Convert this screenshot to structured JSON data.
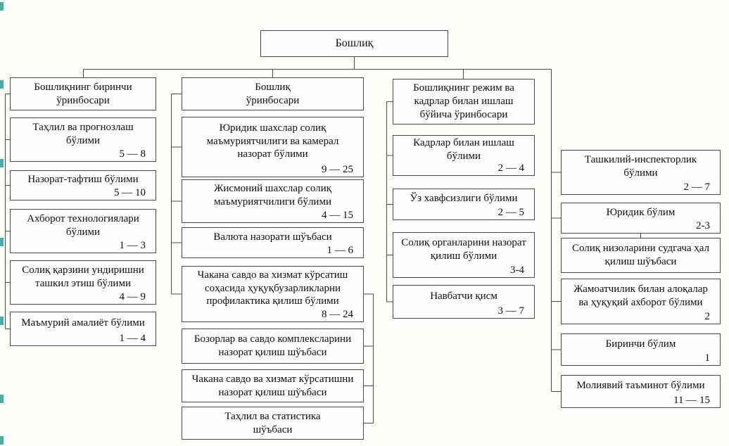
{
  "root_label": "Бошлиқ",
  "colors": {
    "box_border": "#4a4a4a",
    "connector_line": "#4a4a4a",
    "background": "#fdfdfa",
    "edge_mark": "#2f9e8f"
  },
  "columns": [
    {
      "header": "Бошлиқнинг биринчи\nўринбосари",
      "items": [
        {
          "title": "Таҳлил ва прогнозлаш\nбўлими",
          "staff": "5 — 8"
        },
        {
          "title": "Назорат-тафтиш бўлими",
          "staff": "5 — 10"
        },
        {
          "title": "Ахборот технологиялари\nбўлими",
          "staff": "1 — 3"
        },
        {
          "title": "Солиқ қарзини ундиришни\nташкил этиш бўлими",
          "staff": "4 — 9"
        },
        {
          "title": "Маъмурий амалиёт бўлими",
          "staff": "1 — 4"
        }
      ]
    },
    {
      "header": "Бошлиқ\nўринбосари",
      "items": [
        {
          "title": "Юридик шахслар солиқ\nмаъмуриятчилиги ва камерал\nназорат бўлими",
          "staff": "9 — 25"
        },
        {
          "title": "Жисмоний шахслар солиқ\nмаъмуриятчилиги бўлими",
          "staff": "4 — 15"
        },
        {
          "title": "Валюта назорати шўъбаси",
          "staff": "1 — 6"
        },
        {
          "title": "Чакана савдо ва хизмат кўрсатиш\nсоҳасида ҳуқуқбузарликларни\nпрофилактика қилиш бўлими",
          "staff": "8 — 24"
        },
        {
          "title": "Бозорлар ва савдо комплексларини\nназорат қилиш шўъбаси"
        },
        {
          "title": "Чакана савдо ва хизмат кўрсатишни\nназорат қилиш шўъбаси"
        },
        {
          "title": "Таҳлил ва статистика\nшўъбаси"
        }
      ]
    },
    {
      "header": "Бошлиқнинг режим ва\nкадрлар билан ишлаш\nбўйича ўринбосари",
      "items": [
        {
          "title": "Кадрлар билан ишлаш\nбўлими",
          "staff": "2 — 4"
        },
        {
          "title": "Ўз хавфсизлиги бўлими",
          "staff": "2 — 5"
        },
        {
          "title": "Солиқ органларини назорат\nқилиш бўлими",
          "staff": "3-4"
        },
        {
          "title": "Навбатчи қисм",
          "staff": "3 — 7"
        }
      ]
    },
    {
      "items": [
        {
          "title": "Ташкилий-инспекторлик\nбўлими",
          "staff": "2 — 7"
        },
        {
          "title": "Юридик бўлим",
          "staff": "2-3"
        },
        {
          "title": "Солиқ низоларини судгача ҳал\nқилиш шўъбаси"
        },
        {
          "title": "Жамоатчилик билан алоқалар\nва ҳуқуқий ахборот бўлими",
          "staff": "2"
        },
        {
          "title": "Биринчи бўлим",
          "staff": "1"
        },
        {
          "title": "Молиявий таъминот бўлими",
          "staff": "11 — 15"
        }
      ]
    }
  ]
}
